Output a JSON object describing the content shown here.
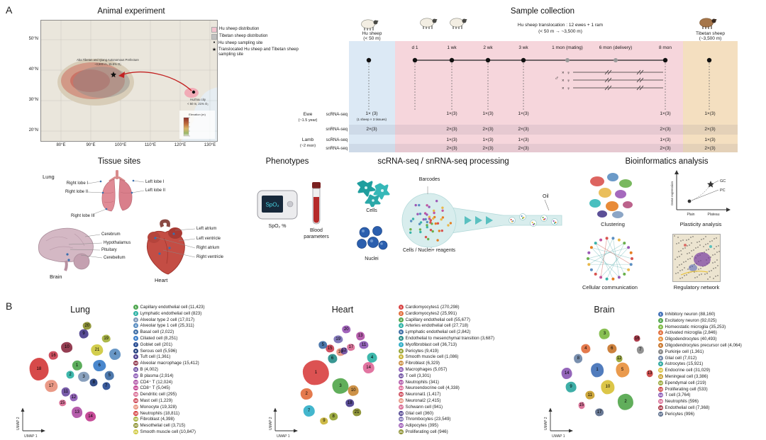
{
  "panelA": {
    "label": "A",
    "map": {
      "title": "Animal experiment",
      "legend": [
        "Hu sheep distribution",
        "Tibetan sheep distribution",
        "Hu sheep sampling site",
        "Translocated Hu sheep and Tibetan sheep sampling site"
      ],
      "icons": {
        "sampling_dot": "●",
        "translocated_star": "★"
      },
      "colors": {
        "hu": "#f3c3ce",
        "tibetan": "#bfbfbf"
      },
      "aba_line1": "Aba Tibetan and Qiang Autonomous Prefecture",
      "aba_line2": "~3,500 m, 15.5% O₂",
      "huzhou_line1": "Huzhou city",
      "huzhou_line2": "< 50 m, 21% O₂",
      "lat_ticks": [
        "50°N",
        "40°N",
        "30°N",
        "20°N"
      ],
      "lon_ticks": [
        "80°E",
        "90°E",
        "100°E",
        "110°E",
        "120°E",
        "130°E"
      ],
      "elevation_label": "Elevation (m)"
    },
    "sample": {
      "title": "Sample collection",
      "hu_name": "Hu sheep",
      "hu_alt": "(< 50 m)",
      "trans_name": "Hu sheep translocation : 12 ewes + 1 ram",
      "trans_alt": "(< 50 m → ~3,500 m)",
      "tib_name": "Tibetan sheep",
      "tib_alt": "(~3,500 m)",
      "timepoints": [
        "d 1",
        "1 wk",
        "2 wk",
        "3 wk",
        "1 mon (mating)",
        "6 mon (delivery)",
        "8 mon"
      ],
      "male": "♂",
      "cross": "×",
      "female": "♀",
      "ewe_name": "Ewe",
      "ewe_age": "(~1.5 year)",
      "lamb_name": "Lamb",
      "lamb_age": "(~2 mon)",
      "assay_sc": "scRNA-seq",
      "assay_sn": "snRNA-seq",
      "colors": {
        "hu_col": "#dce9f5",
        "trans_col": "#f6d6dc",
        "tib_col": "#f4dfc0"
      },
      "rows": [
        {
          "hu": "1× (3)",
          "note": "(1 sheep × 3 tissues)",
          "wk1": "1×(3)",
          "wk2": "1×(3)",
          "wk3": "1×(3)",
          "mon8": "1×(3)",
          "tib": "1×(3)"
        },
        {
          "hu": "2×(3)",
          "wk1": "2×(3)",
          "wk2": "2×(3)",
          "wk3": "2×(3)",
          "mon8": "2×(3)",
          "tib": "2×(3)"
        },
        {
          "hu": "",
          "wk1": "1×(3)",
          "wk2": "1×(3)",
          "wk3": "1×(3)",
          "mon8": "1×(3)",
          "tib": "1×(3)"
        },
        {
          "hu": "",
          "wk1": "2×(3)",
          "wk2": "2×(3)",
          "wk3": "2×(3)",
          "mon8": "2×(3)",
          "tib": "2×(3)"
        }
      ]
    },
    "tissue": {
      "title": "Tissue sites",
      "lung_label": "Lung",
      "lung_parts": [
        "Right lobe I",
        "Right lobe II",
        "Right lobe III",
        "Left lobe I",
        "Left lobe II"
      ],
      "brain_label": "Brain",
      "brain_parts": [
        "Cerebrum",
        "Hypothalamus",
        "Pituitary",
        "Cerebellum"
      ],
      "heart_label": "Heart",
      "heart_parts": [
        "Left atrium",
        "Left ventricle",
        "Right atrium",
        "Right ventricle"
      ]
    },
    "phenotypes": {
      "title": "Phenotypes",
      "device": "SpO₂",
      "spo2": "SpO₂ %",
      "blood1": "Blood",
      "blood2": "parameters"
    },
    "processing": {
      "title": "scRNA-seq / snRNA-seq processing",
      "cells": "Cells",
      "nuclei": "Nuclei",
      "barcodes": "Barcodes",
      "oil": "Oil",
      "reagents": "Cells / Nuclei+ reagents"
    },
    "bioinfo": {
      "title": "Bioinformatics analysis",
      "clustering": "Clustering",
      "plasticity": "Plasticity analysis",
      "communication": "Cellular communication",
      "network": "Regulatory network",
      "gene_expr": "Gene expression",
      "x1": "Plain",
      "x2": "Plateau",
      "gc": "GC",
      "pc": "PC"
    }
  },
  "panelB": {
    "label": "B",
    "xaxis": "UMAP 1",
    "yaxis": "UMAP 2",
    "panels": [
      {
        "title": "Lung",
        "legend": [
          "Capillary endothelial cell (11,423)",
          "Lymphatic endothelial cell (823)",
          "Alveolar type 2 cell (17,017)",
          "Alveolar type 1 cell (25,311)",
          "Basal cell (2,022)",
          "Ciliated cell (8,251)",
          "Goblet cell (201)",
          "Serous cell (5,596)",
          "Tuft cell (1,361)",
          "Alveolar macrophage (15,412)",
          "B (4,002)",
          "B plasma (2,914)",
          "CD4⁺ T (12,024)",
          "CD8⁺ T (5,045)",
          "Dendritic cell (295)",
          "Mast cell (1,229)",
          "Monocyte (19,328)",
          "Neutrophils (18,811)",
          "Fibroblast (4,398)",
          "Mesothelial cell (3,715)",
          "Smooth muscle cell (10,847)"
        ],
        "colors": [
          "#4fa64f",
          "#2fb3a6",
          "#8099b8",
          "#5c8fc2",
          "#3f6ea6",
          "#3b7ec9",
          "#2b4f94",
          "#24407e",
          "#4a3d8c",
          "#8c2f45",
          "#6d4fa1",
          "#8c5ab5",
          "#b052a6",
          "#c23e90",
          "#d96c94",
          "#cc4455",
          "#e8927e",
          "#d43c3c",
          "#a6b23c",
          "#8a8f2e",
          "#cfc93f"
        ],
        "blobs": [
          [
            18,
            17,
            43,
            17,
            20
          ],
          [
            16,
            30,
            31,
            8,
            8
          ],
          [
            10,
            42,
            24,
            10,
            9
          ],
          [
            9,
            57,
            12,
            8,
            8
          ],
          [
            20,
            60,
            5,
            8,
            7
          ],
          [
            21,
            69,
            26,
            11,
            10
          ],
          [
            19,
            77,
            16,
            8,
            7
          ],
          [
            4,
            85,
            30,
            10,
            10
          ],
          [
            6,
            71,
            40,
            11,
            10
          ],
          [
            5,
            80,
            49,
            8,
            8
          ],
          [
            7,
            77,
            58,
            7,
            7
          ],
          [
            8,
            66,
            55,
            7,
            7
          ],
          [
            3,
            57,
            50,
            10,
            9
          ],
          [
            1,
            51,
            40,
            9,
            9
          ],
          [
            2,
            45,
            48,
            7,
            7
          ],
          [
            17,
            28,
            58,
            11,
            11
          ],
          [
            11,
            41,
            63,
            8,
            8
          ],
          [
            12,
            48,
            68,
            7,
            7
          ],
          [
            15,
            38,
            73,
            6,
            6
          ],
          [
            13,
            51,
            81,
            10,
            10
          ],
          [
            14,
            63,
            85,
            10,
            9
          ]
        ]
      },
      {
        "title": "Heart",
        "legend": [
          "Cardiomyocytes1 (270,298)",
          "Cardiomyocytes2 (25,991)",
          "Capillary endothelial cell (55,677)",
          "Arteries endothelial cell (27,718)",
          "Lymphatic endothelial cell (2,842)",
          "Endothelial to mesenchymal transition (3,687)",
          "Myofibroblast cell (36,713)",
          "Pericytes (9,419)",
          "Smooth muscle cell (1,086)",
          "Fibroblast (6,329)",
          "Macrophages (5,057)",
          "T cell (3,301)",
          "Neutrophils (341)",
          "Neuroendocrine cell (4,338)",
          "Neuronal1 (1,417)",
          "Neuronal2 (2,415)",
          "Schwann cell (941)",
          "Glial cell (360)",
          "Thrombocytes (23,549)",
          "Adipocytes (395)",
          "Proliferating cell (946)"
        ],
        "colors": [
          "#d94545",
          "#e2703f",
          "#55a84f",
          "#2fb3a6",
          "#3f6ea6",
          "#2a8f8a",
          "#35b0c9",
          "#97a636",
          "#c9b53a",
          "#c98a3a",
          "#8c5ab5",
          "#6d4fa1",
          "#b052a6",
          "#e06a9a",
          "#cc4455",
          "#e8927e",
          "#d96c94",
          "#4a3d8c",
          "#7a6fb5",
          "#9b59b6",
          "#8a8f2e"
        ],
        "blobs": [
          [
            20,
            62,
            8,
            7,
            7
          ],
          [
            19,
            55,
            17,
            8,
            7
          ],
          [
            15,
            48,
            25,
            7,
            7
          ],
          [
            16,
            57,
            28,
            7,
            7
          ],
          [
            5,
            42,
            22,
            7,
            7
          ],
          [
            12,
            60,
            27,
            6,
            6
          ],
          [
            17,
            66,
            24,
            7,
            6
          ],
          [
            13,
            74,
            14,
            7,
            7
          ],
          [
            11,
            77,
            22,
            8,
            7
          ],
          [
            14,
            81,
            42,
            10,
            10
          ],
          [
            4,
            84,
            33,
            9,
            9
          ],
          [
            6,
            50,
            34,
            8,
            8
          ],
          [
            1,
            36,
            46,
            22,
            22
          ],
          [
            2,
            28,
            65,
            10,
            10
          ],
          [
            7,
            30,
            80,
            10,
            10
          ],
          [
            9,
            43,
            89,
            7,
            6
          ],
          [
            8,
            51,
            85,
            7,
            7
          ],
          [
            3,
            57,
            58,
            14,
            14
          ],
          [
            10,
            68,
            62,
            9,
            9
          ],
          [
            18,
            65,
            73,
            7,
            7
          ],
          [
            21,
            71,
            81,
            7,
            7
          ]
        ]
      },
      {
        "title": "Brain",
        "legend": [
          "Inhibitory neuron (88,160)",
          "Excitatory neuron (92,025)",
          "Homeostatic microglia (35,253)",
          "Activated microglia (2,846)",
          "Oligodendrocytes (40,493)",
          "Oligodendrocytes precursor cell (4,064)",
          "Purkinje cell (1,361)",
          "Glial cell (7,012)",
          "Astrocytes (15,921)",
          "Endocrine cell (31,029)",
          "Meningeal cell (3,386)",
          "Ependymal cell (219)",
          "Proliferating cell (533)",
          "T cell (3,764)",
          "Neutrophils (596)",
          "Endothelial cell (7,368)",
          "Pericytes (996)"
        ],
        "colors": [
          "#4472b8",
          "#55a84f",
          "#7fba45",
          "#e2703f",
          "#e8923f",
          "#c9772e",
          "#8a8a8a",
          "#6f86a8",
          "#2fa8a0",
          "#d9c23a",
          "#c9a02e",
          "#97a636",
          "#cc4444",
          "#8c5ab5",
          "#d96c94",
          "#a62f3f",
          "#5c6e8c"
        ],
        "blobs": [
          [
            16,
            84,
            16,
            6,
            6
          ],
          [
            7,
            87,
            26,
            7,
            7
          ],
          [
            13,
            96,
            47,
            6,
            6
          ],
          [
            5,
            70,
            44,
            13,
            13
          ],
          [
            2,
            73,
            72,
            15,
            14
          ],
          [
            10,
            56,
            59,
            13,
            12
          ],
          [
            1,
            46,
            44,
            12,
            12
          ],
          [
            6,
            60,
            25,
            9,
            8
          ],
          [
            3,
            53,
            12,
            10,
            9
          ],
          [
            12,
            67,
            34,
            6,
            6
          ],
          [
            4,
            35,
            25,
            9,
            8
          ],
          [
            8,
            28,
            34,
            8,
            8
          ],
          [
            14,
            17,
            47,
            10,
            10
          ],
          [
            9,
            21,
            59,
            10,
            9
          ],
          [
            11,
            39,
            66,
            9,
            8
          ],
          [
            15,
            31,
            75,
            6,
            6
          ],
          [
            17,
            48,
            81,
            8,
            7
          ]
        ]
      }
    ]
  }
}
